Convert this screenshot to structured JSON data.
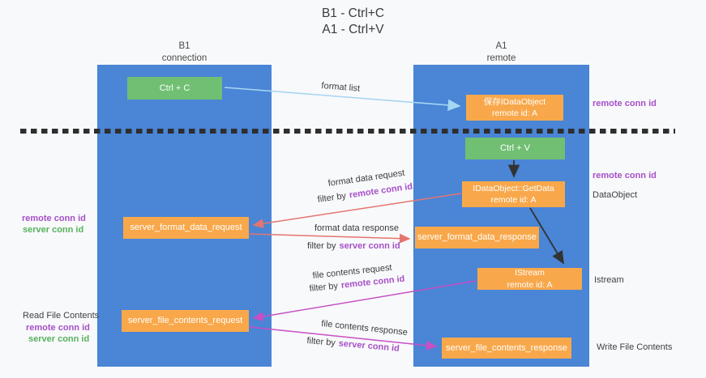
{
  "title": {
    "line1": "B1 - Ctrl+C",
    "line2": "A1 - Ctrl+V"
  },
  "lifelines": {
    "left": {
      "name": "B1",
      "role": "connection"
    },
    "right": {
      "name": "A1",
      "role": "remote"
    }
  },
  "nodes": {
    "ctrl_c": {
      "label": "Ctrl + C"
    },
    "ctrl_v": {
      "label": "Ctrl + V"
    },
    "save_dataobject": {
      "line1": "保存IDataObject",
      "line2": "remote id: A"
    },
    "getdata": {
      "line1": "IDataObject::GetData",
      "line2": "remote id: A"
    },
    "istream": {
      "line1": "IStream",
      "line2": "remote id: A"
    },
    "server_format_data_request": {
      "label": "server_format_data_request"
    },
    "server_format_data_response": {
      "label": "server_format_data_response"
    },
    "server_file_contents_request": {
      "label": "server_file_contents_request"
    },
    "server_file_contents_response": {
      "label": "server_file_contents_response"
    }
  },
  "edge_labels": {
    "format_list": "format list",
    "format_data_request": "format data request",
    "format_data_response": "format data response",
    "file_contents_request": "file contents request",
    "file_contents_response": "file contents response",
    "filter_by": "filter by",
    "remote_conn_id": "remote conn id",
    "server_conn_id": "server conn id"
  },
  "side_labels": {
    "right_remote_conn_top": "remote conn id",
    "right_remote_conn_mid": "remote conn id",
    "dataobject": "DataObject",
    "istream": "Istream",
    "write_file_contents": "Write File Contents",
    "read_file_contents": "Read File Contents",
    "left_remote_conn_1": "remote conn id",
    "left_server_conn_1": "server conn id",
    "left_remote_conn_2": "remote conn id",
    "left_server_conn_2": "server conn id"
  },
  "colors": {
    "lifeline_blue": "#4a85d6",
    "node_orange": "#f8a84b",
    "node_green": "#71bf73",
    "divider_dark": "#2e2e2e",
    "arrow_lightblue": "#a5d6f2",
    "arrow_black": "#333333",
    "arrow_salmon": "#e4756e",
    "arrow_magenta": "#c84fc4",
    "text_purple": "#a64fc8",
    "text_green": "#56b25c"
  }
}
